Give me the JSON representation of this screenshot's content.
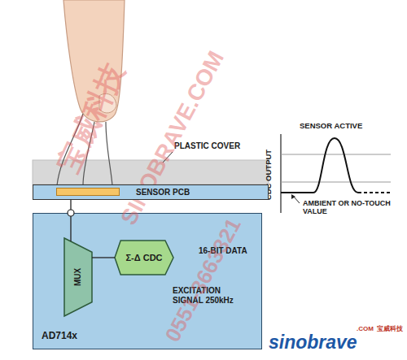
{
  "diagram": {
    "nodes": [
      {
        "text": [
          "SENSOR PCB"
        ]
      },
      {
        "text": [
          "AD714x"
        ]
      },
      {
        "text": [
          "MUX"
        ],
        "in": 1
      },
      {
        "text": [
          "Σ-Δ CDC"
        ],
        "in": 1
      }
    ],
    "edges": [
      {
        "from": 0,
        "to": 2,
        "arrow": "none"
      },
      {
        "from": 2,
        "to": 3,
        "arrow": "none"
      }
    ],
    "labels": [
      "PLASTIC COVER",
      "16-BIT DATA",
      "EXCITATION SIGNAL 250kHz",
      "CDC OUTPUT",
      "SENSOR ACTIVE",
      "AMBIENT OR NO-TOUCH VALUE",
      "宝威科技",
      "SINOBRAVE.COM",
      "0551-3663321",
      "sinobrave",
      ".COM",
      "宝威科技"
    ]
  }
}
